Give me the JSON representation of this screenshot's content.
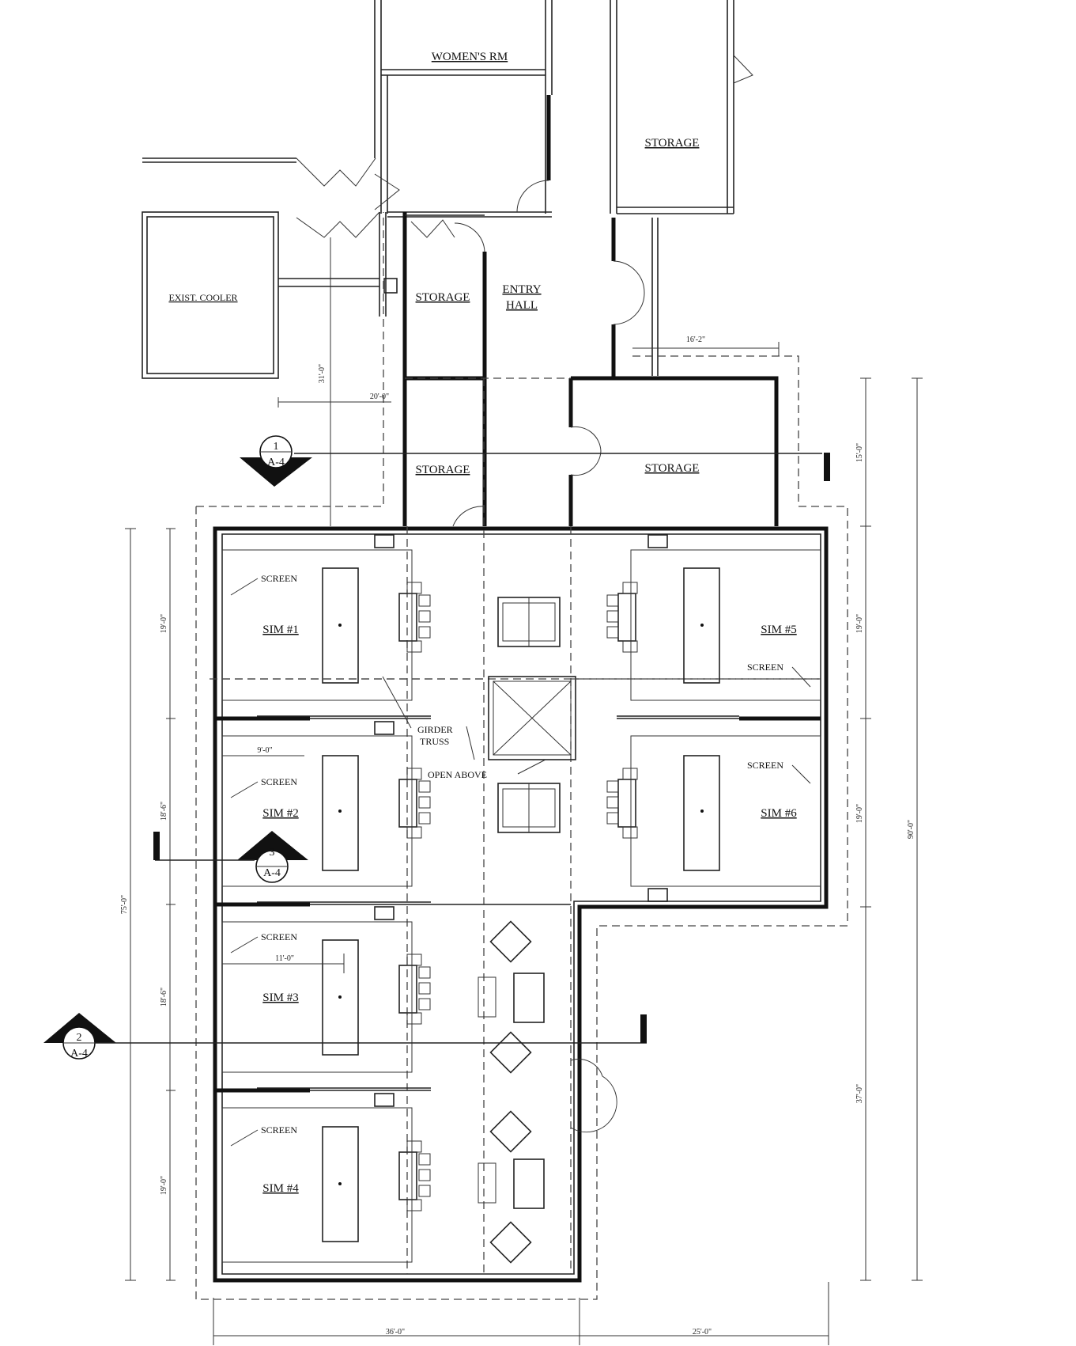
{
  "rooms": {
    "womens_rm": "WOMEN'S RM",
    "storage_top_right": "STORAGE",
    "exist_cooler": "EXIST. COOLER",
    "storage_upper": "STORAGE",
    "entry_hall_1": "ENTRY",
    "entry_hall_2": "HALL",
    "storage_middle": "STORAGE",
    "storage_right": "STORAGE",
    "sim1": "SIM #1",
    "sim2": "SIM #2",
    "sim3": "SIM #3",
    "sim4": "SIM #4",
    "sim5": "SIM #5",
    "sim6": "SIM #6"
  },
  "notes": {
    "screen": "SCREEN",
    "girder_1": "GIRDER",
    "girder_2": "TRUSS",
    "open_above": "OPEN ABOVE"
  },
  "section_markers": [
    {
      "number": "1",
      "sheet": "A-4"
    },
    {
      "number": "2",
      "sheet": "A-4"
    },
    {
      "number": "3",
      "sheet": "A-4"
    }
  ],
  "dimensions": {
    "d_16_2": "16'-2\"",
    "d_31": "31'-0\"",
    "d_20": "20'-0\"",
    "d_15": "15'-0\"",
    "d_19a": "19'-0\"",
    "d_19b": "19'-0\"",
    "d_19c": "19'-0\"",
    "d_19d": "19'-0\"",
    "d_18_6a": "18'-6\"",
    "d_18_6b": "18'-6\"",
    "d_9": "9'-0\"",
    "d_11": "11'-0\"",
    "d_75": "75'-0\"",
    "d_90": "90'-0\"",
    "d_37": "37'-0\"",
    "d_36": "36'-0\"",
    "d_25": "25'-0\""
  },
  "colors": {
    "line": "#111111",
    "background": "#ffffff"
  }
}
